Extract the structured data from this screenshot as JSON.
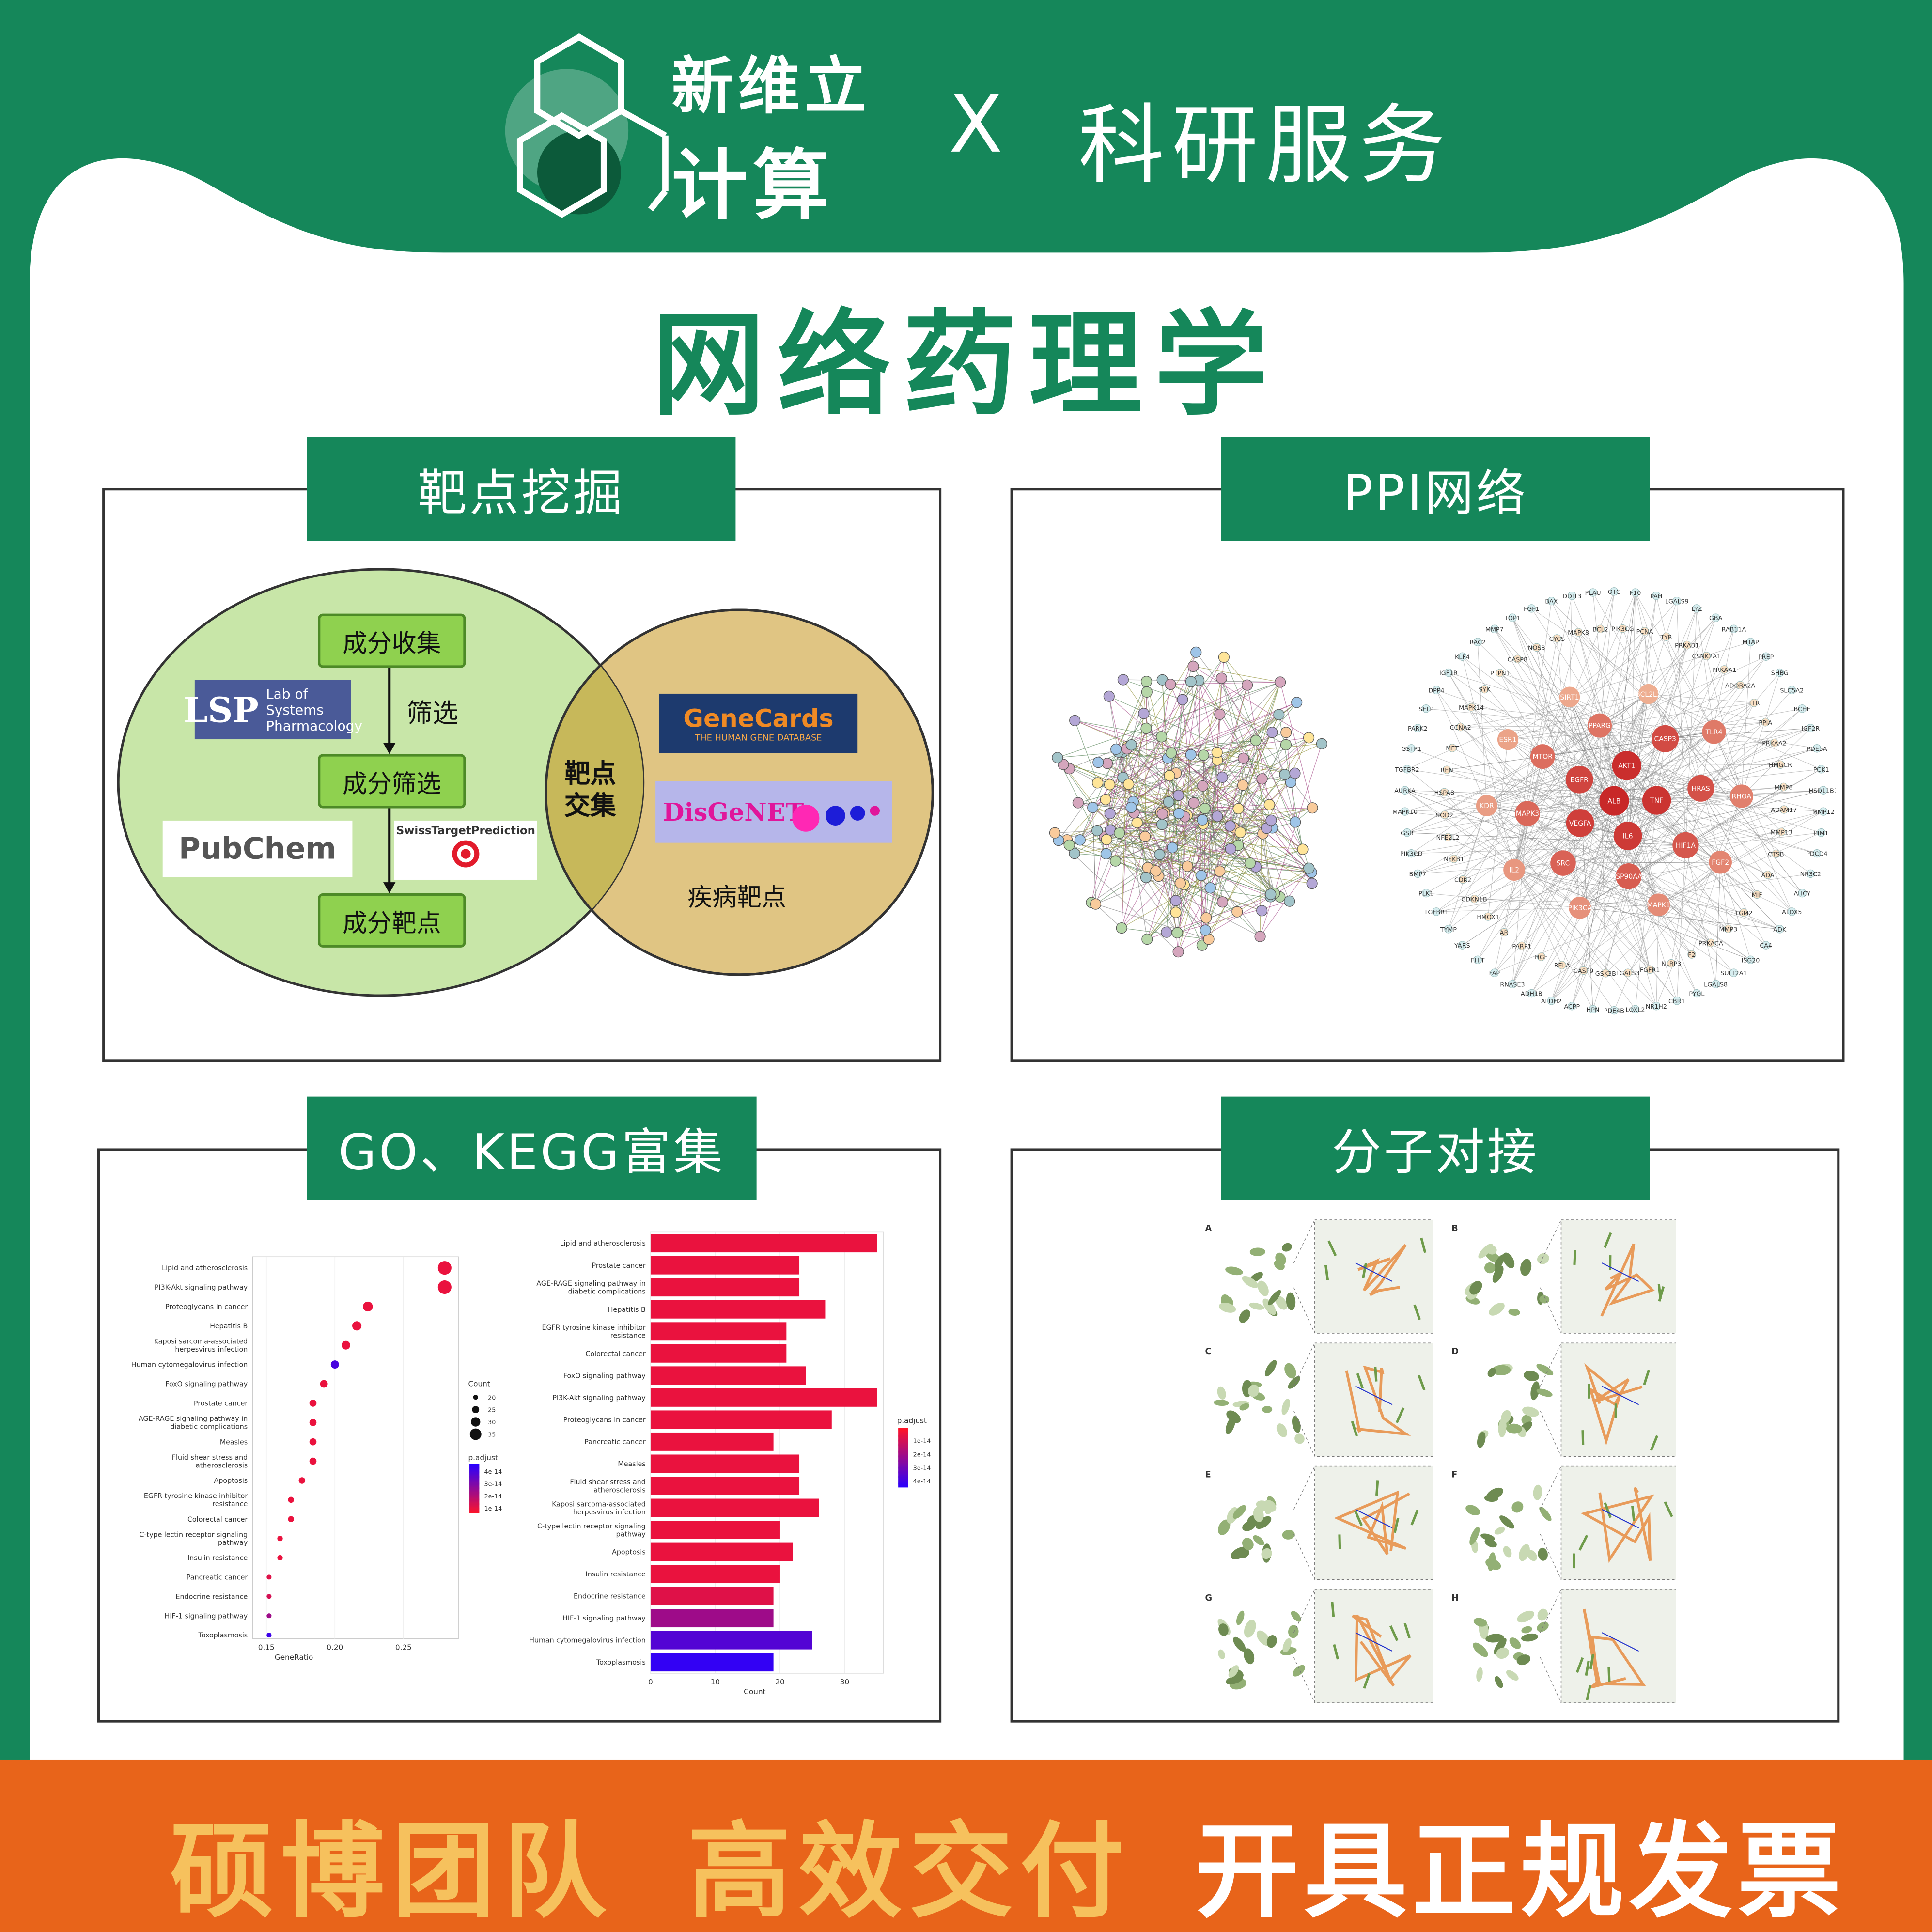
{
  "header": {
    "brand_line1": "新维立",
    "brand_line2": "计算",
    "cross": "X",
    "service": "科研服务",
    "title": "网络药理学"
  },
  "panels": {
    "target_mining": {
      "tag": "靶点挖掘",
      "steps": [
        "成分收集",
        "成分筛选",
        "成分靶点"
      ],
      "filter_label": "筛选",
      "intersection_label": "靶点\n交集",
      "disease_label": "疾病靶点",
      "logos": {
        "lsp_mark": "LSP",
        "lsp_text_1": "Lab of Systems",
        "lsp_text_2": "Pharmacology",
        "pubchem": "PubChem",
        "swiss": "SwissTargetPrediction",
        "genecards": "GeneCards",
        "genecards_sub": "THE HUMAN GENE DATABASE",
        "disgenet": "DisGeNET"
      }
    },
    "ppi": {
      "tag": "PPI网络",
      "inner_nodes": [
        "ALB",
        "AKT1",
        "TNF",
        "IL6",
        "VEGFA",
        "EGFR",
        "CASP3",
        "HRAS",
        "HIF1A",
        "HSP90AA1",
        "SRC",
        "MAPK3",
        "MTOR",
        "PPARG",
        "TLR4",
        "RHOA",
        "FGF2",
        "MAPK1",
        "PIK3CA",
        "IL2",
        "KDR",
        "ESR1",
        "SIRT1",
        "BCL2L1"
      ],
      "outer_nodes": [
        "OTC",
        "F10",
        "PAH",
        "LGALS9",
        "LYZ",
        "GBA",
        "RAB11A",
        "MTAP",
        "PREP",
        "SHBG",
        "SLC5A2",
        "BCHE",
        "IGF2R",
        "PDE5A",
        "PCK1",
        "HSD11B1",
        "MMP12",
        "PIM1",
        "PDCD4",
        "NR3C2",
        "AHCY",
        "ALOX5",
        "ADK",
        "CA4",
        "ISG20",
        "SULT2A1",
        "LGALS8",
        "PYGL",
        "CBR1",
        "NR1H2",
        "LOXL2",
        "PDE4B",
        "HPN",
        "ACPP",
        "ALDH2",
        "ADH1B",
        "RNASE3",
        "FAP",
        "FHIT",
        "YARS",
        "TYMP",
        "TGFBR1",
        "PLK1",
        "BMP7",
        "PIK3CD",
        "GSR",
        "MAPK10",
        "AURKA",
        "TGFBR2",
        "GSTP1",
        "PARK2",
        "SELP",
        "DPP4",
        "IGF1R",
        "KLF4",
        "RAC2",
        "MMP7",
        "TOP1",
        "FGF1",
        "BAX",
        "DDIT3",
        "PLAU",
        "PIK3CG",
        "PCNA",
        "TYR",
        "PRKAB1",
        "CSNK2A1",
        "PRKAA1",
        "ADORA2A",
        "TTR",
        "PPIA",
        "PRKAA2",
        "HMGCR",
        "MMP8",
        "ADAM17",
        "MMP13",
        "CTSB",
        "ADA",
        "MIF",
        "TGM2",
        "MMP3",
        "PRKACA",
        "F2",
        "NLRP3",
        "FGFR1",
        "LGALS3",
        "GSK3B",
        "CASP9",
        "RELA",
        "HGF",
        "PARP1",
        "AR",
        "HMOX1",
        "CDKN1B",
        "CDK2",
        "NFKB1",
        "NFE2L2",
        "SOD2",
        "HSPA8",
        "REN",
        "MET",
        "CCNA2",
        "MAPK14",
        "SYK",
        "PTPN1",
        "CASP8",
        "NOS3",
        "CYCS",
        "MAPK8",
        "BCL2"
      ]
    },
    "enrichment": {
      "tag": "GO、KEGG富集",
      "dot_legend_count_title": "Count",
      "dot_legend_count": [
        "20",
        "25",
        "30",
        "35"
      ],
      "dot_legend_p_title": "p.adjust",
      "dot_legend_p": [
        "4e-14",
        "3e-14",
        "2e-14",
        "1e-14"
      ],
      "bar_legend_p": [
        "1e-14",
        "2e-14",
        "3e-14",
        "4e-14"
      ]
    },
    "docking": {
      "tag": "分子对接",
      "labels": [
        "A",
        "B",
        "C",
        "D",
        "E",
        "F",
        "G",
        "H"
      ]
    }
  },
  "footer": {
    "slogan1": "硕博团队",
    "slogan2": "高效交付",
    "slogan3": "开具正规发票"
  },
  "colors": {
    "green": "#15875a",
    "orange": "#e8641a",
    "gold": "#f6c15d"
  },
  "chart_data": [
    {
      "type": "scatter",
      "xlabel": "GeneRatio",
      "xlim": [
        0.14,
        0.29
      ],
      "ticks": [
        "0.15",
        "0.20",
        "0.25"
      ],
      "categories": [
        "Lipid and atherosclerosis",
        "PI3K-Akt signaling pathway",
        "Proteoglycans in cancer",
        "Hepatitis B",
        "Kaposi sarcoma-associated herpesvirus infection",
        "Human cytomegalovirus infection",
        "FoxO signaling pathway",
        "Prostate cancer",
        "AGE-RAGE signaling pathway in diabetic complications",
        "Measles",
        "Fluid shear stress and atherosclerosis",
        "Apoptosis",
        "EGFR tyrosine kinase inhibitor resistance",
        "Colorectal cancer",
        "C-type lectin receptor signaling pathway",
        "Insulin resistance",
        "Pancreatic cancer",
        "Endocrine resistance",
        "HIF-1 signaling pathway",
        "Toxoplasmosis"
      ],
      "x": [
        0.28,
        0.28,
        0.224,
        0.216,
        0.208,
        0.2,
        0.192,
        0.184,
        0.184,
        0.184,
        0.184,
        0.176,
        0.168,
        0.168,
        0.16,
        0.16,
        0.152,
        0.152,
        0.152,
        0.152
      ],
      "count": [
        35,
        35,
        28,
        27,
        26,
        25,
        24,
        23,
        23,
        23,
        23,
        22,
        21,
        21,
        20,
        20,
        19,
        19,
        19,
        19
      ],
      "p_adjust": [
        0.1,
        0.1,
        0.1,
        0.1,
        0.1,
        0.85,
        0.1,
        0.1,
        0.1,
        0.1,
        0.1,
        0.1,
        0.1,
        0.1,
        0.1,
        0.1,
        0.15,
        0.2,
        0.45,
        0.9
      ]
    },
    {
      "type": "bar",
      "xlabel": "Count",
      "xlim": [
        0,
        36
      ],
      "ticks": [
        "0",
        "10",
        "20",
        "30"
      ],
      "categories": [
        "Lipid and atherosclerosis",
        "Prostate cancer",
        "AGE-RAGE signaling pathway in diabetic complications",
        "Hepatitis B",
        "EGFR tyrosine kinase inhibitor resistance",
        "Colorectal cancer",
        "FoxO signaling pathway",
        "PI3K-Akt signaling pathway",
        "Proteoglycans in cancer",
        "Pancreatic cancer",
        "Measles",
        "Fluid shear stress and atherosclerosis",
        "Kaposi sarcoma-associated herpesvirus infection",
        "C-type lectin receptor signaling pathway",
        "Apoptosis",
        "Insulin resistance",
        "Endocrine resistance",
        "HIF-1 signaling pathway",
        "Human cytomegalovirus infection",
        "Toxoplasmosis"
      ],
      "values": [
        35,
        23,
        23,
        27,
        21,
        21,
        24,
        35,
        28,
        19,
        23,
        23,
        26,
        20,
        22,
        20,
        19,
        19,
        25,
        19
      ],
      "p_adjust": [
        0.1,
        0.1,
        0.1,
        0.1,
        0.1,
        0.1,
        0.1,
        0.1,
        0.1,
        0.1,
        0.1,
        0.1,
        0.1,
        0.1,
        0.1,
        0.1,
        0.15,
        0.45,
        0.8,
        0.95
      ]
    }
  ]
}
